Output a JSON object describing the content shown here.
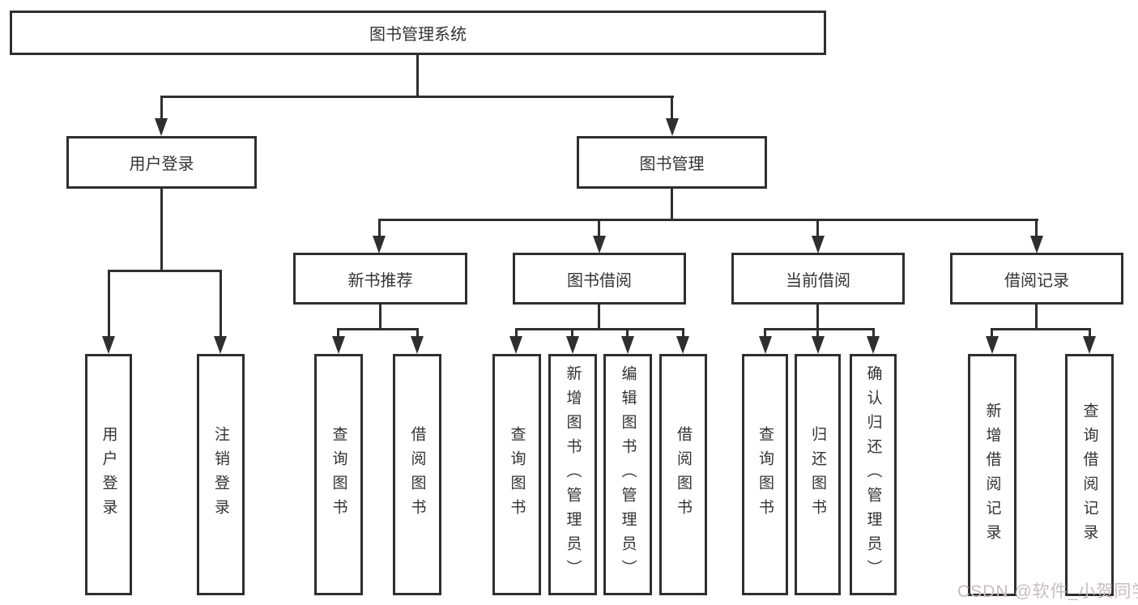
{
  "diagram": {
    "root": {
      "label": "图书管理系统"
    },
    "branches": [
      {
        "label": "用户登录",
        "children": [
          {
            "label": "用户登录"
          },
          {
            "label": "注销登录"
          }
        ]
      },
      {
        "label": "图书管理",
        "children": [
          {
            "label": "新书推荐",
            "children": [
              {
                "label": "查询图书"
              },
              {
                "label": "借阅图书"
              }
            ]
          },
          {
            "label": "图书借阅",
            "children": [
              {
                "label": "查询图书"
              },
              {
                "label": "新增图书（管理员）"
              },
              {
                "label": "编辑图书（管理员）"
              },
              {
                "label": "借阅图书"
              }
            ]
          },
          {
            "label": "当前借阅",
            "children": [
              {
                "label": "查询图书"
              },
              {
                "label": "归还图书"
              },
              {
                "label": "确认归还（管理员）"
              }
            ]
          },
          {
            "label": "借阅记录",
            "children": [
              {
                "label": "新增借阅记录"
              },
              {
                "label": "查询借阅记录"
              }
            ]
          }
        ]
      }
    ]
  },
  "watermark": {
    "text": "CSDN @软件_小贺同学"
  },
  "colors": {
    "line": "#2f2f2f",
    "box_border": "#2f2f2f",
    "text": "#333333",
    "background": "#ffffff",
    "watermark": "#c6bdbd"
  }
}
